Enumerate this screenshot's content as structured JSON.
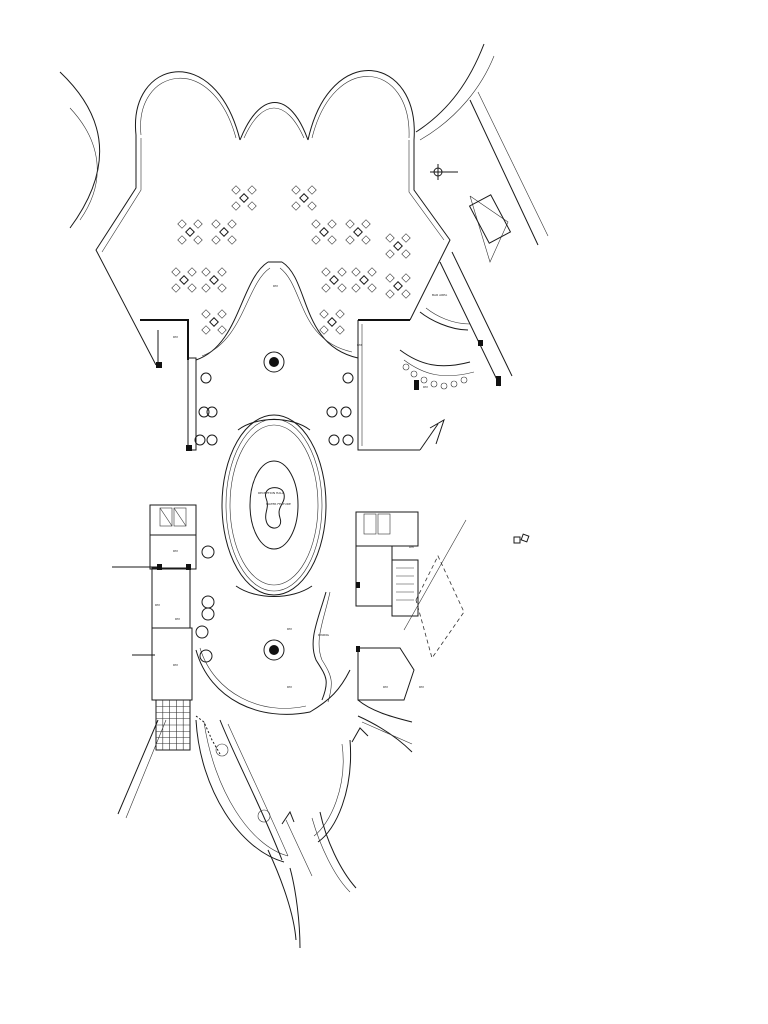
{
  "document": {
    "kind": "architectural floor plan",
    "background": "#ffffff",
    "line_color": "#1a1a1a"
  },
  "labels": {
    "upper_zone": "DINING",
    "bar_zone": "BAR AREA",
    "fountain": "WATER FEATURE",
    "lobby_text": "RECEPTION HALL",
    "room_tag": "RM"
  },
  "icons": {
    "north_arrow": "north-arrow-icon",
    "tables": "four-seat-table-icon",
    "lift": "elevator-icon",
    "stair": "staircase-icon",
    "computer": "workstation-icon"
  }
}
